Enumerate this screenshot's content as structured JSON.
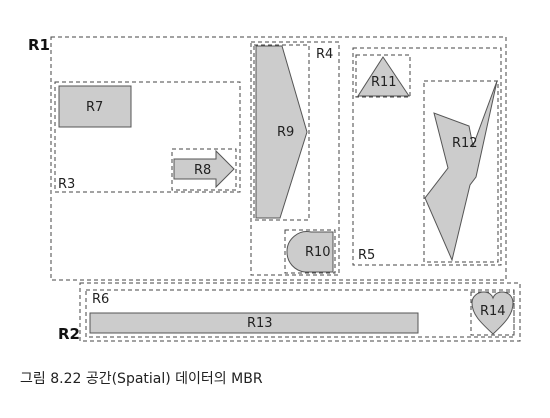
{
  "labels": {
    "r1": "R1",
    "r2": "R2",
    "r3": "R3",
    "r4": "R4",
    "r5": "R5",
    "r6": "R6",
    "r7": "R7",
    "r8": "R8",
    "r9": "R9",
    "r10": "R10",
    "r11": "R11",
    "r12": "R12",
    "r13": "R13",
    "r14": "R14"
  },
  "caption": "그림 8.22 공간(Spatial) 데이터의 MBR",
  "colors": {
    "shape_fill": "#cccccc",
    "stroke": "#555555",
    "box_stroke": "#444444"
  }
}
